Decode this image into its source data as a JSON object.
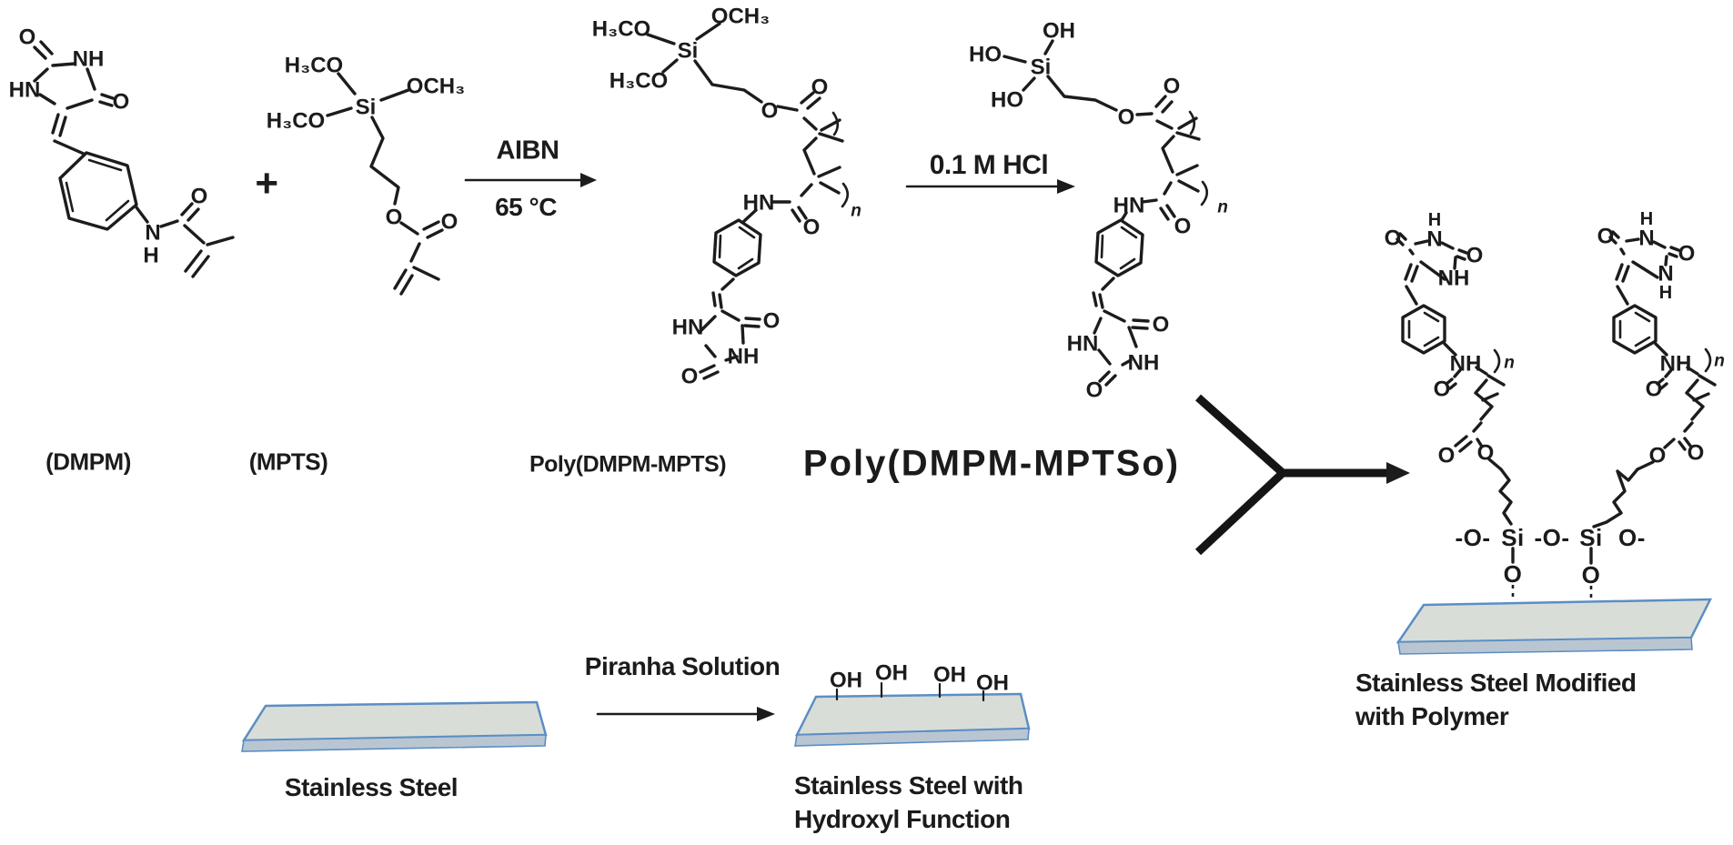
{
  "figure": {
    "colors": {
      "bond": "#1c1c1c",
      "plate_fill": "#d9ddd8",
      "plate_rim": "#b9c6d2",
      "plate_edge": "#5b8ec4"
    },
    "molecule_labels": {
      "dmpm": "(DMPM)",
      "mpts": "(MPTS)",
      "poly1": "Poly(DMPM-MPTS)",
      "poly2": "Poly(DMPM-MPTSo)"
    },
    "reaction_conditions": {
      "plus": "+",
      "step1_reagent": "AIBN",
      "step1_temp": "65 °C",
      "step2_reagent": "0.1 M HCl",
      "step3_reagent": "Piranha Solution"
    },
    "substrate_labels": {
      "steel": "Stainless Steel",
      "steel_oh_line1": "Stainless Steel with",
      "steel_oh_line2": "Hydroxyl Function",
      "steel_mod_line1": "Stainless Steel Modified",
      "steel_mod_line2": "with Polymer"
    },
    "atoms": {
      "dmpm": [
        "O",
        "NH",
        "HN",
        "O",
        "N",
        "H",
        "O"
      ],
      "mpts": [
        "H₃CO",
        "OCH₃",
        "H₃CO",
        "Si",
        "O",
        "O"
      ],
      "poly1": [
        "H₃CO",
        "OCH₃",
        "H₃CO",
        "Si",
        "O",
        "O",
        "n",
        "HN",
        "O",
        "HN",
        "O",
        "NH",
        "O"
      ],
      "poly2": [
        "HO",
        "OH",
        "HO",
        "Si",
        "O",
        "O",
        "n",
        "HN",
        "O",
        "HN",
        "O",
        "NH",
        "O"
      ],
      "pend1": [
        "O",
        "H",
        "N",
        "O",
        "NH",
        "NH",
        "n",
        "O",
        "O",
        "O"
      ],
      "pend2": [
        "O",
        "H",
        "N",
        "O",
        "N",
        "H",
        "NH",
        "n",
        "O",
        "O",
        "O"
      ],
      "silox": [
        "-O-",
        "Si",
        "-O-",
        "Si",
        "O-",
        "O",
        "O"
      ],
      "oh": [
        "OH",
        "OH",
        "OH",
        "OH"
      ]
    }
  }
}
